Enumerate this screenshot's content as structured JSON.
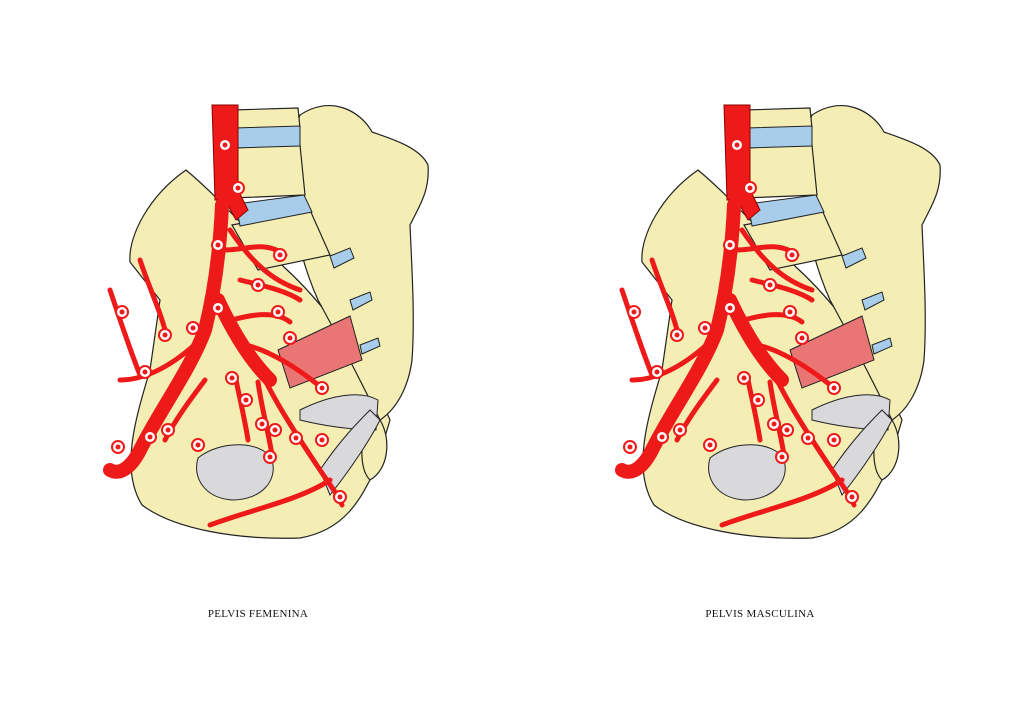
{
  "panels": [
    {
      "id": "female",
      "caption": "PELVIS FEMENINA"
    },
    {
      "id": "male",
      "caption": "PELVIS MASCULINA"
    }
  ],
  "colors": {
    "bone": "#f4eeb5",
    "artery": "#ee1a1a",
    "disc": "#a7cdea",
    "muscle": "#e97575",
    "ligament": "#d9d9dc",
    "outline": "#222222",
    "marker": "#ffffff"
  }
}
